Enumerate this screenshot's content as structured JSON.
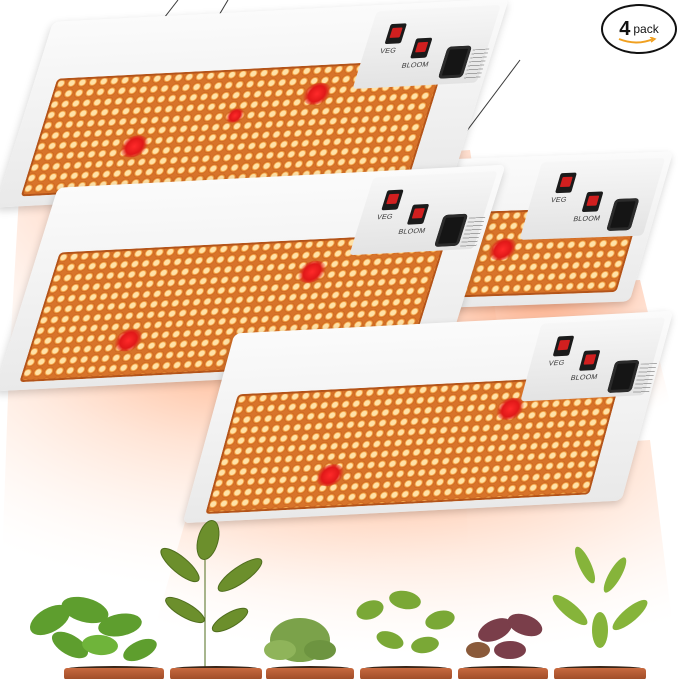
{
  "badge": {
    "number": "4",
    "word": "pack"
  },
  "panels": [
    {
      "id": "top-left",
      "switch_labels": [
        "VEG",
        "BLOOM"
      ]
    },
    {
      "id": "middle-right",
      "switch_labels": [
        "VEG",
        "BLOOM"
      ]
    },
    {
      "id": "middle-left",
      "switch_labels": [
        "VEG",
        "BLOOM"
      ]
    },
    {
      "id": "bottom",
      "switch_labels": [
        "VEG",
        "BLOOM"
      ]
    }
  ],
  "colors": {
    "led_warm": "#f6a545",
    "led_red": "#e01818",
    "housing": "#f2f2f2",
    "glow": "#ff8a4c",
    "pot": "#b85a32",
    "leaf": "#5e9e2e",
    "leaf_purple": "#7a3e4a"
  },
  "icons": [
    "grow-light-panel",
    "rocker-switch",
    "power-socket",
    "potted-plant",
    "smile-arrow-icon"
  ]
}
